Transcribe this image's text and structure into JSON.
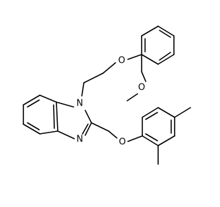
{
  "atom_labels": {
    "ether_o_top": "O",
    "methoxy_o": "O",
    "ring_n1": "N",
    "ring_n3": "N",
    "ether_o_bottom": "O"
  },
  "colors": {
    "bond": "#000000",
    "background": "#ffffff",
    "text": "#000000"
  }
}
